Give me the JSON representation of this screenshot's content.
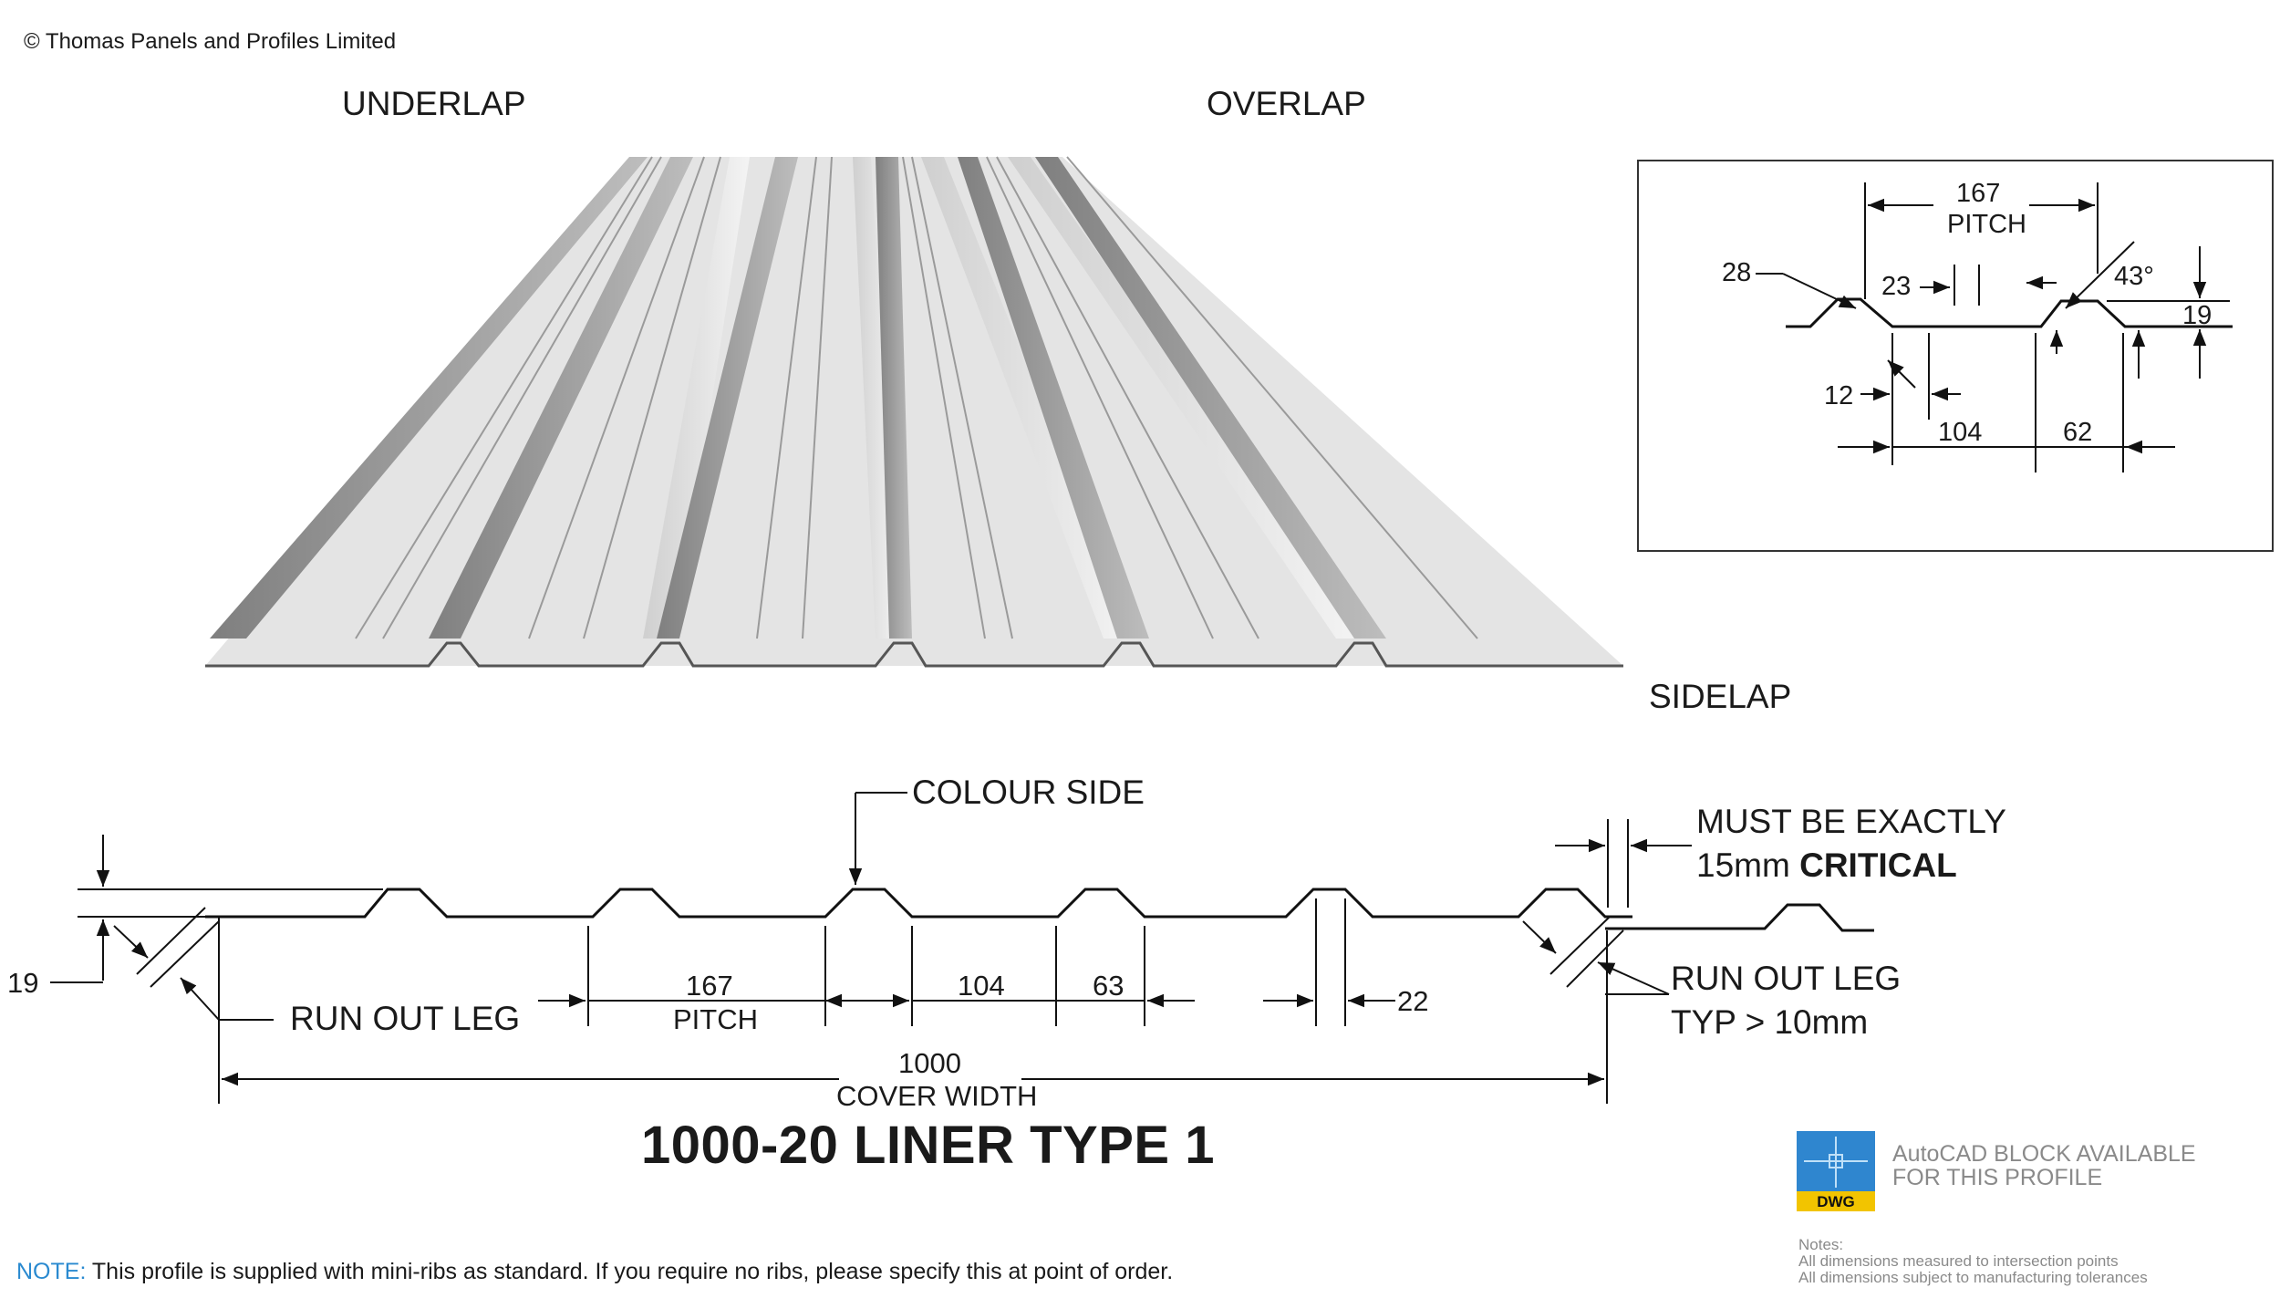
{
  "copyright": "© Thomas Panels and Profiles Limited",
  "render_labels": {
    "underlap": "UNDERLAP",
    "overlap": "OVERLAP",
    "sidelap": "SIDELAP"
  },
  "section_labels": {
    "colour_side": "COLOUR SIDE",
    "must_be_exactly": "MUST BE EXACTLY",
    "fifteen_mm": "15mm",
    "critical": "CRITICAL",
    "run_out_leg_left": "RUN OUT LEG",
    "run_out_leg_right": "RUN OUT LEG",
    "typ_gt_10mm": "TYP > 10mm"
  },
  "section_dims": {
    "height": "19",
    "pitch_value": "167",
    "pitch_label": "PITCH",
    "valley": "104",
    "rib_base": "63",
    "rib_top": "22",
    "cover_value": "1000",
    "cover_label": "COVER WIDTH"
  },
  "inset_dims": {
    "pitch_value": "167",
    "pitch_label": "PITCH",
    "d28": "28",
    "d23": "23",
    "angle": "43°",
    "d19": "19",
    "d12": "12",
    "d104": "104",
    "d62": "62"
  },
  "title": "1000-20 LINER TYPE 1",
  "autocad": {
    "line1": "AutoCAD BLOCK AVAILABLE",
    "line2": "FOR THIS PROFILE",
    "badge": "DWG"
  },
  "notes": {
    "heading": "Notes:",
    "line1": "All dimensions measured to intersection points",
    "line2": "All dimensions subject to manufacturing tolerances"
  },
  "footer_note": {
    "label": "NOTE:",
    "text": " This profile is supplied with mini-ribs as standard. If you require no ribs, please specify this at point of order."
  },
  "colors": {
    "note_label": "#2a8ad0",
    "dwg_blue": "#2f86cf",
    "dwg_yellow": "#f2c400",
    "sheet_light": "#e6e6e6",
    "sheet_dark": "#8c8c8c"
  }
}
